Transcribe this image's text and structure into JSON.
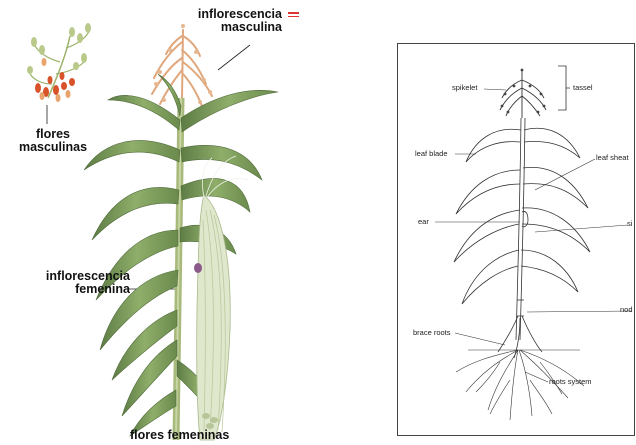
{
  "colored_panel": {
    "labels": {
      "inflorescencia_masculina_1": "inflorescencia",
      "inflorescencia_masculina_2": "masculina",
      "flores_masculinas_1": "flores",
      "flores_masculinas_2": "masculinas",
      "inflorescencia_femenina_1": "inflorescencia",
      "inflorescencia_femenina_2": "femenina",
      "flores_femeninas": "flores femeninas"
    },
    "colors": {
      "leaf": "#7f9e5c",
      "leaf_dark": "#4f6b3a",
      "stalk": "#a7ba7c",
      "tassel": "#e0a77c",
      "flower_red": "#d9532a",
      "ear_husk": "#dfe7cc",
      "mark": "#dd3333"
    }
  },
  "lineart_panel": {
    "labels": {
      "spikelet": "spikelet",
      "tassel": "tassel",
      "leaf_blade": "leaf blade",
      "leaf_sheath": "leaf sheat",
      "ear": "ear",
      "silk": "si",
      "node": "nod",
      "brace_roots": "brace roots",
      "roots_system": "roots system"
    },
    "colors": {
      "line": "#333333",
      "border": "#444444"
    }
  }
}
